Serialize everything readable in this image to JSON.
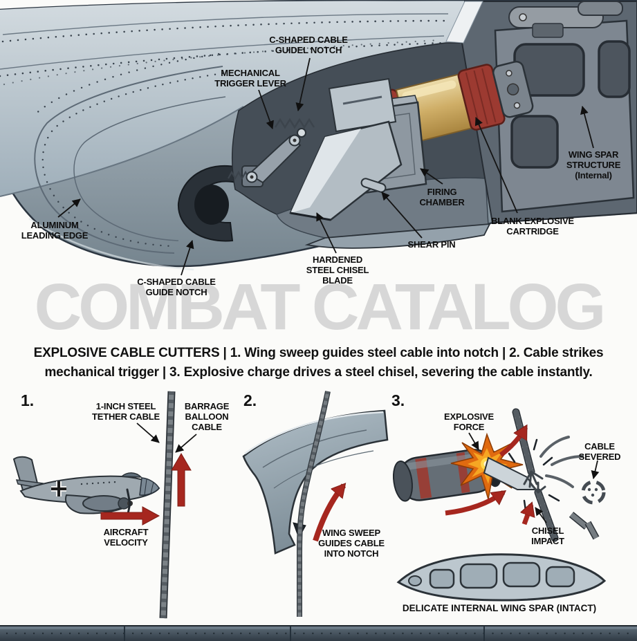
{
  "watermark": "COMBAT CATALOG",
  "caption": "EXPLOSIVE CABLE CUTTERS | 1. Wing sweep guides steel cable into notch | 2. Cable strikes mechanical trigger | 3. Explosive charge drives a steel chisel, severing the cable instantly.",
  "cutaway_labels": {
    "c_notch_top": "C-SHAPED CABLE\nGUIDEL NOTCH",
    "trigger": "MECHANICAL\nTRIGGER LEVER",
    "wing_spar": "WING SPAR\nSTRUCTURE\n(Internal)",
    "leading_edge": "ALUMINUM\nLEADING EDGE",
    "firing_chamber": "FIRING\nCHAMBER",
    "cartridge": "BLANK EXPLOSIVE\nCARTRIDGE",
    "shear_pin": "SHEAR PIN",
    "chisel": "HARDENED\nSTEEL CHISEL\nBLADE",
    "c_notch_bottom": "C-SHAPED CABLE\nGUIDE NOTCH"
  },
  "panels": {
    "p1": {
      "number": "1.",
      "tether_cable": "1-INCH STEEL\nTETHER CABLE",
      "barrage_cable": "BARRAGE\nBALLOON\nCABLE",
      "velocity": "AIRCRAFT\nVELOCITY"
    },
    "p2": {
      "number": "2.",
      "wing_sweep": "WING SWEEP\nGUIDES CABLE\nINTO NOTCH"
    },
    "p3": {
      "number": "3.",
      "explosive_force": "EXPLOSIVE\nFORCE",
      "cable_severed": "CABLE\nSEVERED",
      "chisel_impact": "CHISEL\nIMPACT"
    }
  },
  "footer_label": "DELICATE INTERNAL WING SPAR (INTACT)",
  "colors": {
    "arrow_red": "#a6271f",
    "watermark_gray": "#d7d7d7",
    "brass": "#d2b072",
    "cartridge_red": "#9c3a31",
    "metal_light": "#c7d1d7",
    "metal_dark": "#4e575f"
  }
}
